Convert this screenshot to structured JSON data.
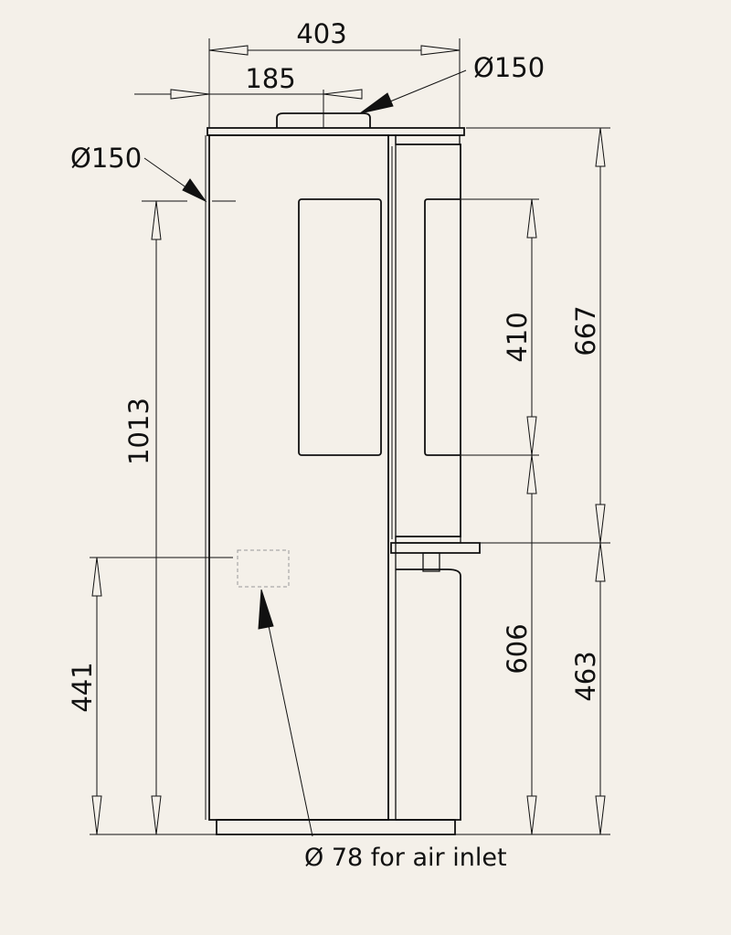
{
  "dimensions": {
    "total_width": "403",
    "flue_offset": "185",
    "flue_top_diameter": "Ø150",
    "flue_rear_diameter": "Ø150",
    "rear_outlet_height": "1013",
    "air_inlet_height": "441",
    "window_height": "410",
    "upper_section_height": "667",
    "shelf_height": "606",
    "lower_section_height": "463"
  },
  "labels": {
    "air_inlet": "Ø 78 for air inlet"
  }
}
